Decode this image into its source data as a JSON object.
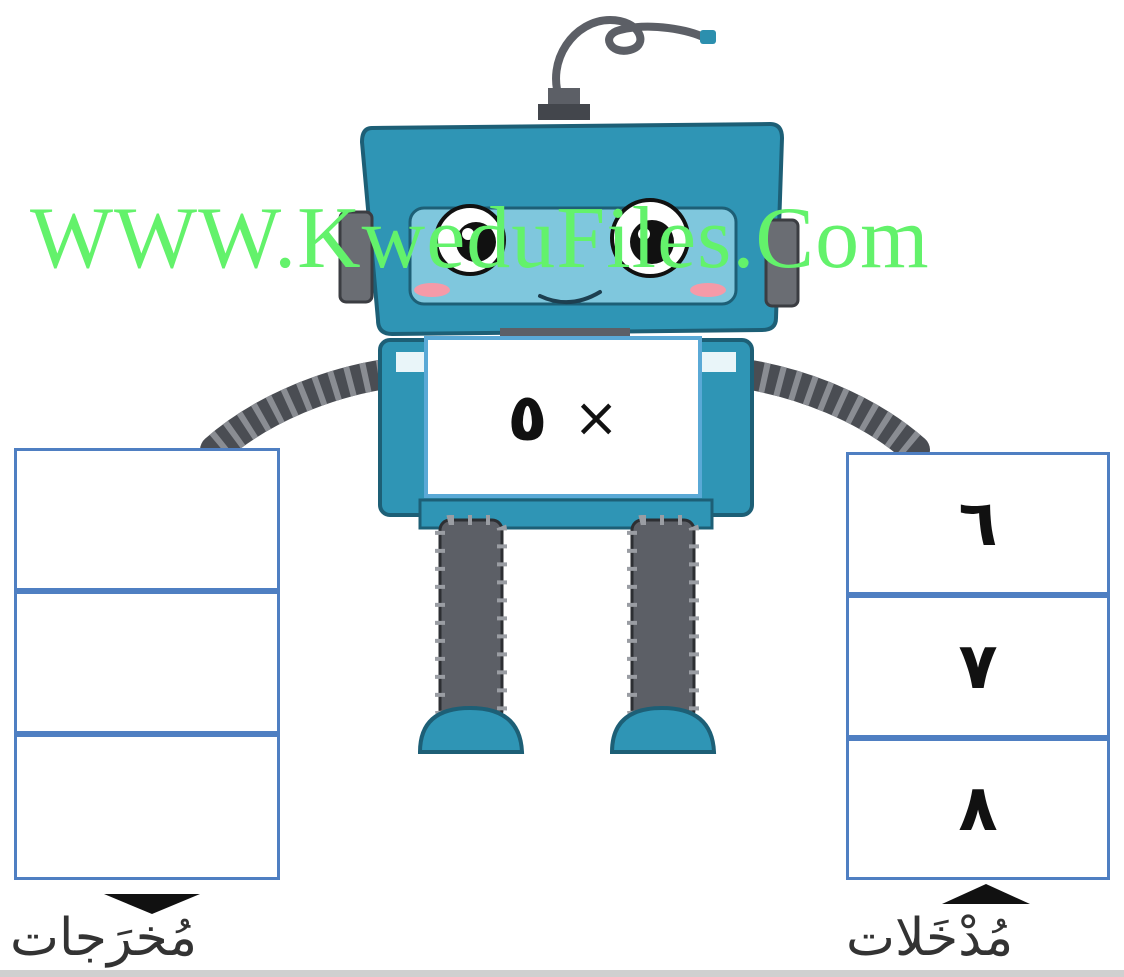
{
  "watermark": "WWW.KweduFiles.Com",
  "machine": {
    "rule_operator": "×",
    "rule_number": "٥"
  },
  "inputs": {
    "label": "مُدْخَلات",
    "values": [
      "٦",
      "٧",
      "٨"
    ]
  },
  "outputs": {
    "label": "مُخرَجات",
    "values": [
      "",
      "",
      ""
    ]
  },
  "colors": {
    "box_border": "#4f7fc2",
    "rule_border": "#5aa9d6",
    "watermark": "#63f26b",
    "robot_teal": "#2c8fae",
    "robot_gray": "#5c5f66"
  }
}
